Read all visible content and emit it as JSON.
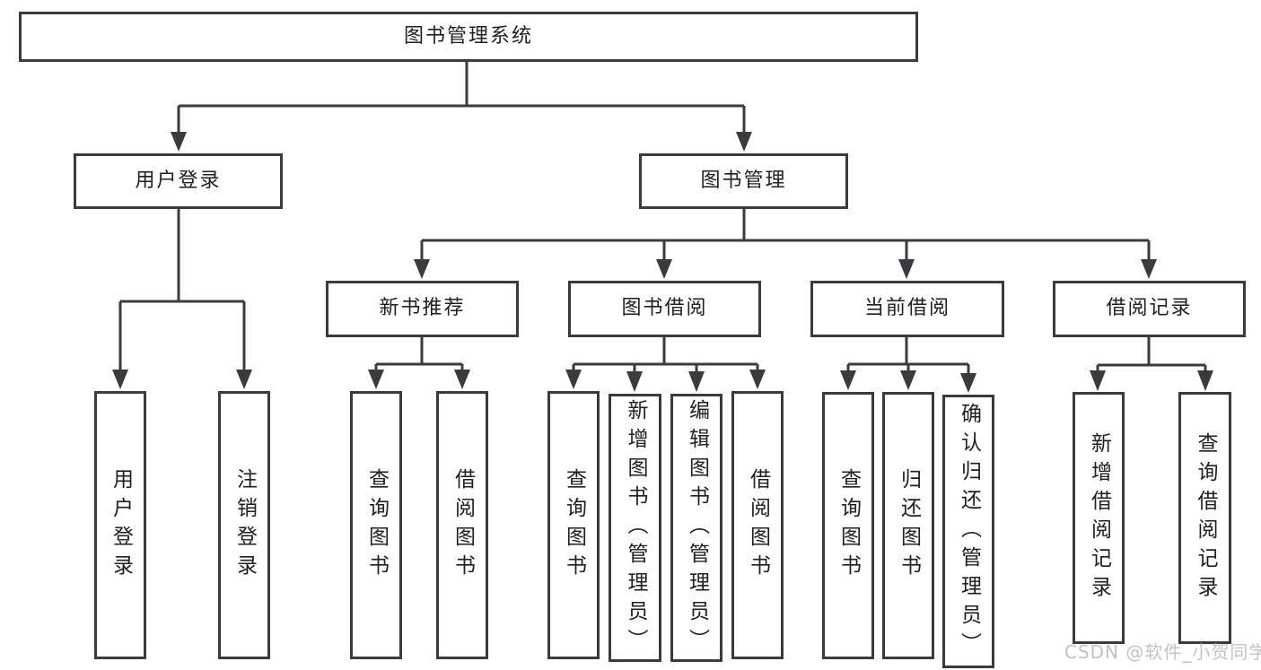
{
  "tree": {
    "label": "图书管理系统",
    "children": [
      {
        "label": "用户登录",
        "children": [
          {
            "label": "用户登录"
          },
          {
            "label": "注销登录"
          }
        ]
      },
      {
        "label": "图书管理",
        "children": [
          {
            "label": "新书推荐",
            "children": [
              {
                "label": "查询图书"
              },
              {
                "label": "借阅图书"
              }
            ]
          },
          {
            "label": "图书借阅",
            "children": [
              {
                "label": "查询图书"
              },
              {
                "label": "新增图书（管理员）"
              },
              {
                "label": "编辑图书（管理员）"
              },
              {
                "label": "借阅图书"
              }
            ]
          },
          {
            "label": "当前借阅",
            "children": [
              {
                "label": "查询图书"
              },
              {
                "label": "归还图书"
              },
              {
                "label": "确认归还（管理员）"
              }
            ]
          },
          {
            "label": "借阅记录",
            "children": [
              {
                "label": "新增借阅记录"
              },
              {
                "label": "查询借阅记录"
              }
            ]
          }
        ]
      }
    ]
  },
  "watermark": {
    "text": "CSDN @软件_小贺同学"
  },
  "colors": {
    "line": "#3b3b3d",
    "box_border": "#3b3b3d",
    "text": "#202022",
    "watermark": "#c3c3c5",
    "background": "#ffffff"
  }
}
